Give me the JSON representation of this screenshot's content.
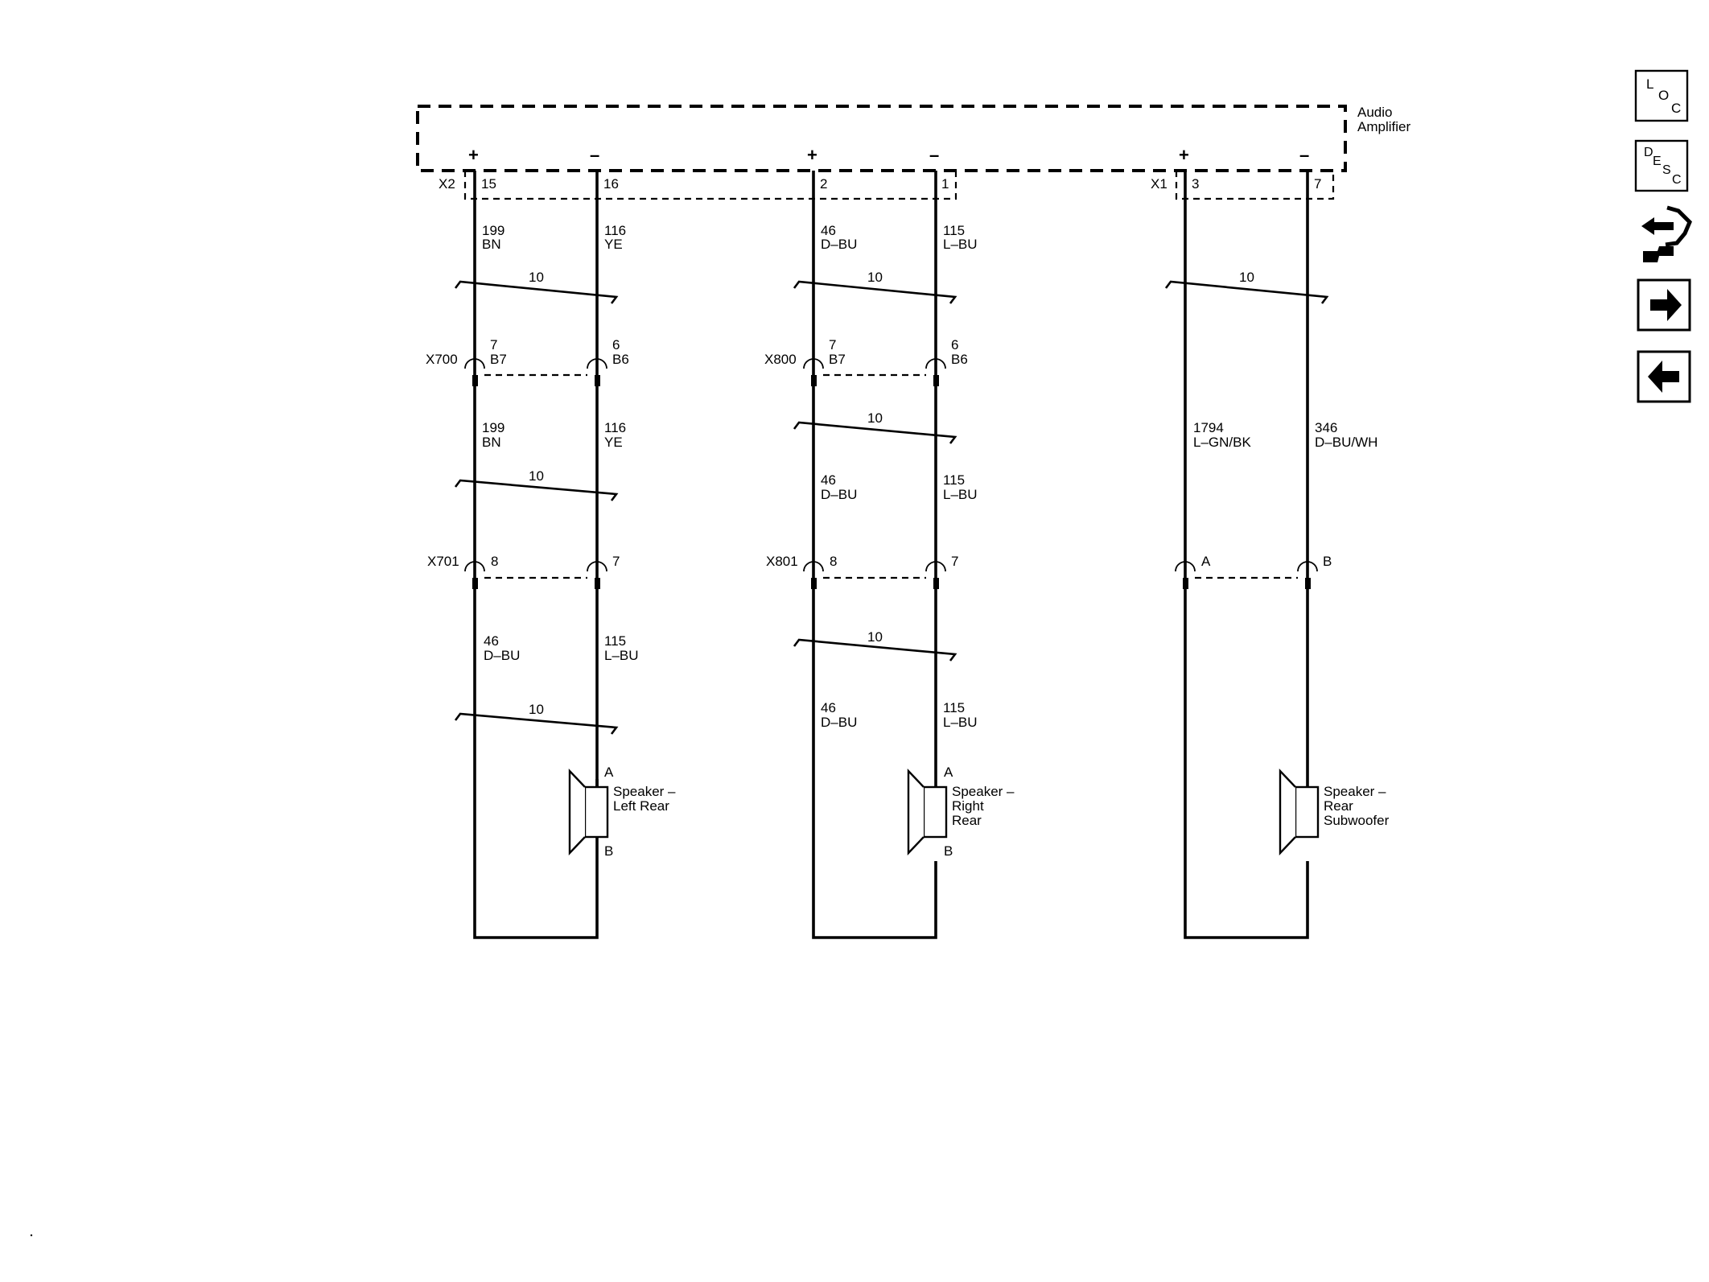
{
  "module": {
    "name_line1": "Audio",
    "name_line2": "Amplifier"
  },
  "connectors": {
    "x2": "X2",
    "x1": "X1",
    "x700": "X700",
    "x701": "X701",
    "x800": "X800",
    "x801": "X801"
  },
  "polarity": {
    "plus": "+",
    "minus": "–"
  },
  "left_channel": {
    "amp_pins": [
      "15",
      "16"
    ],
    "seg1": {
      "plus_circuit": "199",
      "plus_color": "BN",
      "minus_circuit": "116",
      "minus_color": "YE"
    },
    "twist1": "10",
    "x700_pins": {
      "plus_top": "7",
      "plus_bottom": "B7",
      "minus_top": "6",
      "minus_bottom": "B6"
    },
    "seg2": {
      "plus_circuit": "199",
      "plus_color": "BN",
      "minus_circuit": "116",
      "minus_color": "YE"
    },
    "twist2": "10",
    "x701_pins": [
      "8",
      "7"
    ],
    "seg3": {
      "plus_circuit": "46",
      "plus_color": "D–BU",
      "minus_circuit": "115",
      "minus_color": "L–BU"
    },
    "twist3": "10",
    "speaker": {
      "line1": "Speaker –",
      "line2": "Left Rear",
      "line3": "",
      "pin_a": "A",
      "pin_b": "B"
    }
  },
  "right_channel": {
    "amp_pins": [
      "2",
      "1"
    ],
    "seg1": {
      "plus_circuit": "46",
      "plus_color": "D–BU",
      "minus_circuit": "115",
      "minus_color": "L–BU"
    },
    "twist1": "10",
    "x800_pins": {
      "plus_top": "7",
      "plus_bottom": "B7",
      "minus_top": "6",
      "minus_bottom": "B6"
    },
    "twist2": "10",
    "seg2": {
      "plus_circuit": "46",
      "plus_color": "D–BU",
      "minus_circuit": "115",
      "minus_color": "L–BU"
    },
    "x801_pins": [
      "8",
      "7"
    ],
    "twist3": "10",
    "seg3": {
      "plus_circuit": "46",
      "plus_color": "D–BU",
      "minus_circuit": "115",
      "minus_color": "L–BU"
    },
    "speaker": {
      "line1": "Speaker –",
      "line2": "Right",
      "line3": "Rear",
      "pin_a": "A",
      "pin_b": "B"
    }
  },
  "subwoofer_channel": {
    "amp_pins": [
      "3",
      "7"
    ],
    "twist1": "10",
    "seg1": {
      "plus_circuit": "1794",
      "plus_color": "L–GN/BK",
      "minus_circuit": "346",
      "minus_color": "D–BU/WH"
    },
    "inline_pins": [
      "A",
      "B"
    ],
    "speaker": {
      "line1": "Speaker –",
      "line2": "Rear",
      "line3": "Subwoofer"
    }
  },
  "nav": {
    "loc": {
      "l1": "L",
      "l2": "O",
      "l3": "C",
      "icon": "location-icon"
    },
    "desc": {
      "l1": "D",
      "l2": "E",
      "l3": "S",
      "l4": "C",
      "icon": "description-icon"
    },
    "connector_icon": "connector-end-view-icon",
    "next_icon": "arrow-right-icon",
    "prev_icon": "arrow-left-icon"
  }
}
